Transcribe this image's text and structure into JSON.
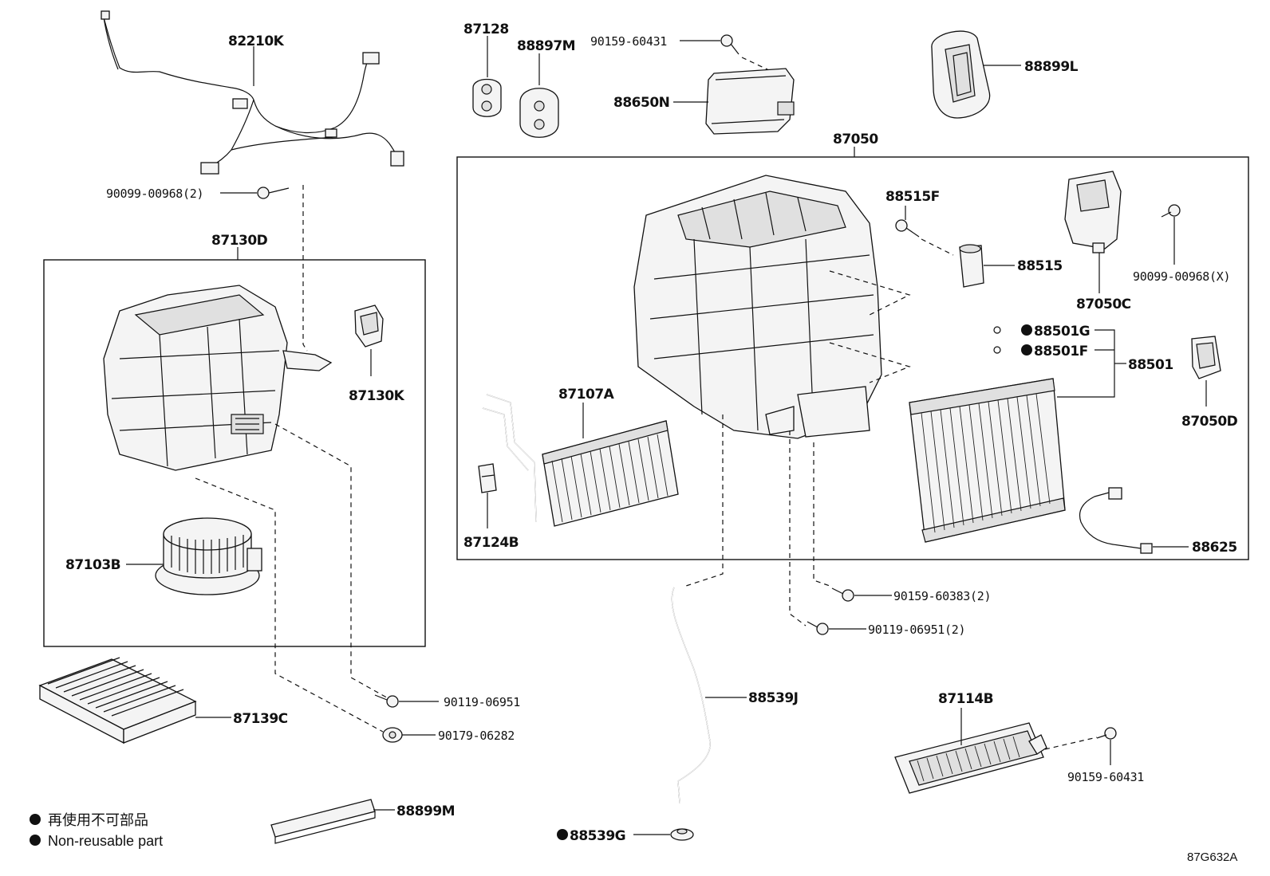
{
  "diagram_code": "87G632A",
  "legend": {
    "ja": "再使用不可部品",
    "en": "Non-reusable part"
  },
  "parts": {
    "harness": "82210K",
    "bolt_harness": "90099-00968(2)",
    "blower_assy": "87130D",
    "blower_switch": "87130K",
    "blower_motor": "87103B",
    "filter": "87139C",
    "screw_a": "90119-06951",
    "nut_a": "90179-06282",
    "seal_m": "88899M",
    "grommet_a": "87128",
    "grommet_b": "88897M",
    "bolt_top": "90159-60431",
    "amplifier": "88650N",
    "cover_l": "88899L",
    "unit_assy": "87050",
    "valve_bolt": "88515F",
    "exp_valve": "88515",
    "servo": "87050C",
    "bolt_servo": "90099-00968(X)",
    "oring_g": "88501G",
    "oring_f": "88501F",
    "evaporator": "88501",
    "servo_d": "87050D",
    "heater_core": "87107A",
    "clamp": "87124B",
    "sensor": "88625",
    "screw_b": "90159-60383(2)",
    "screw_c": "90119-06951(2)",
    "drain_hose": "88539J",
    "drain_grommet": "88539G",
    "ptc_heater": "87114B",
    "bolt_ptc": "90159-60431"
  }
}
